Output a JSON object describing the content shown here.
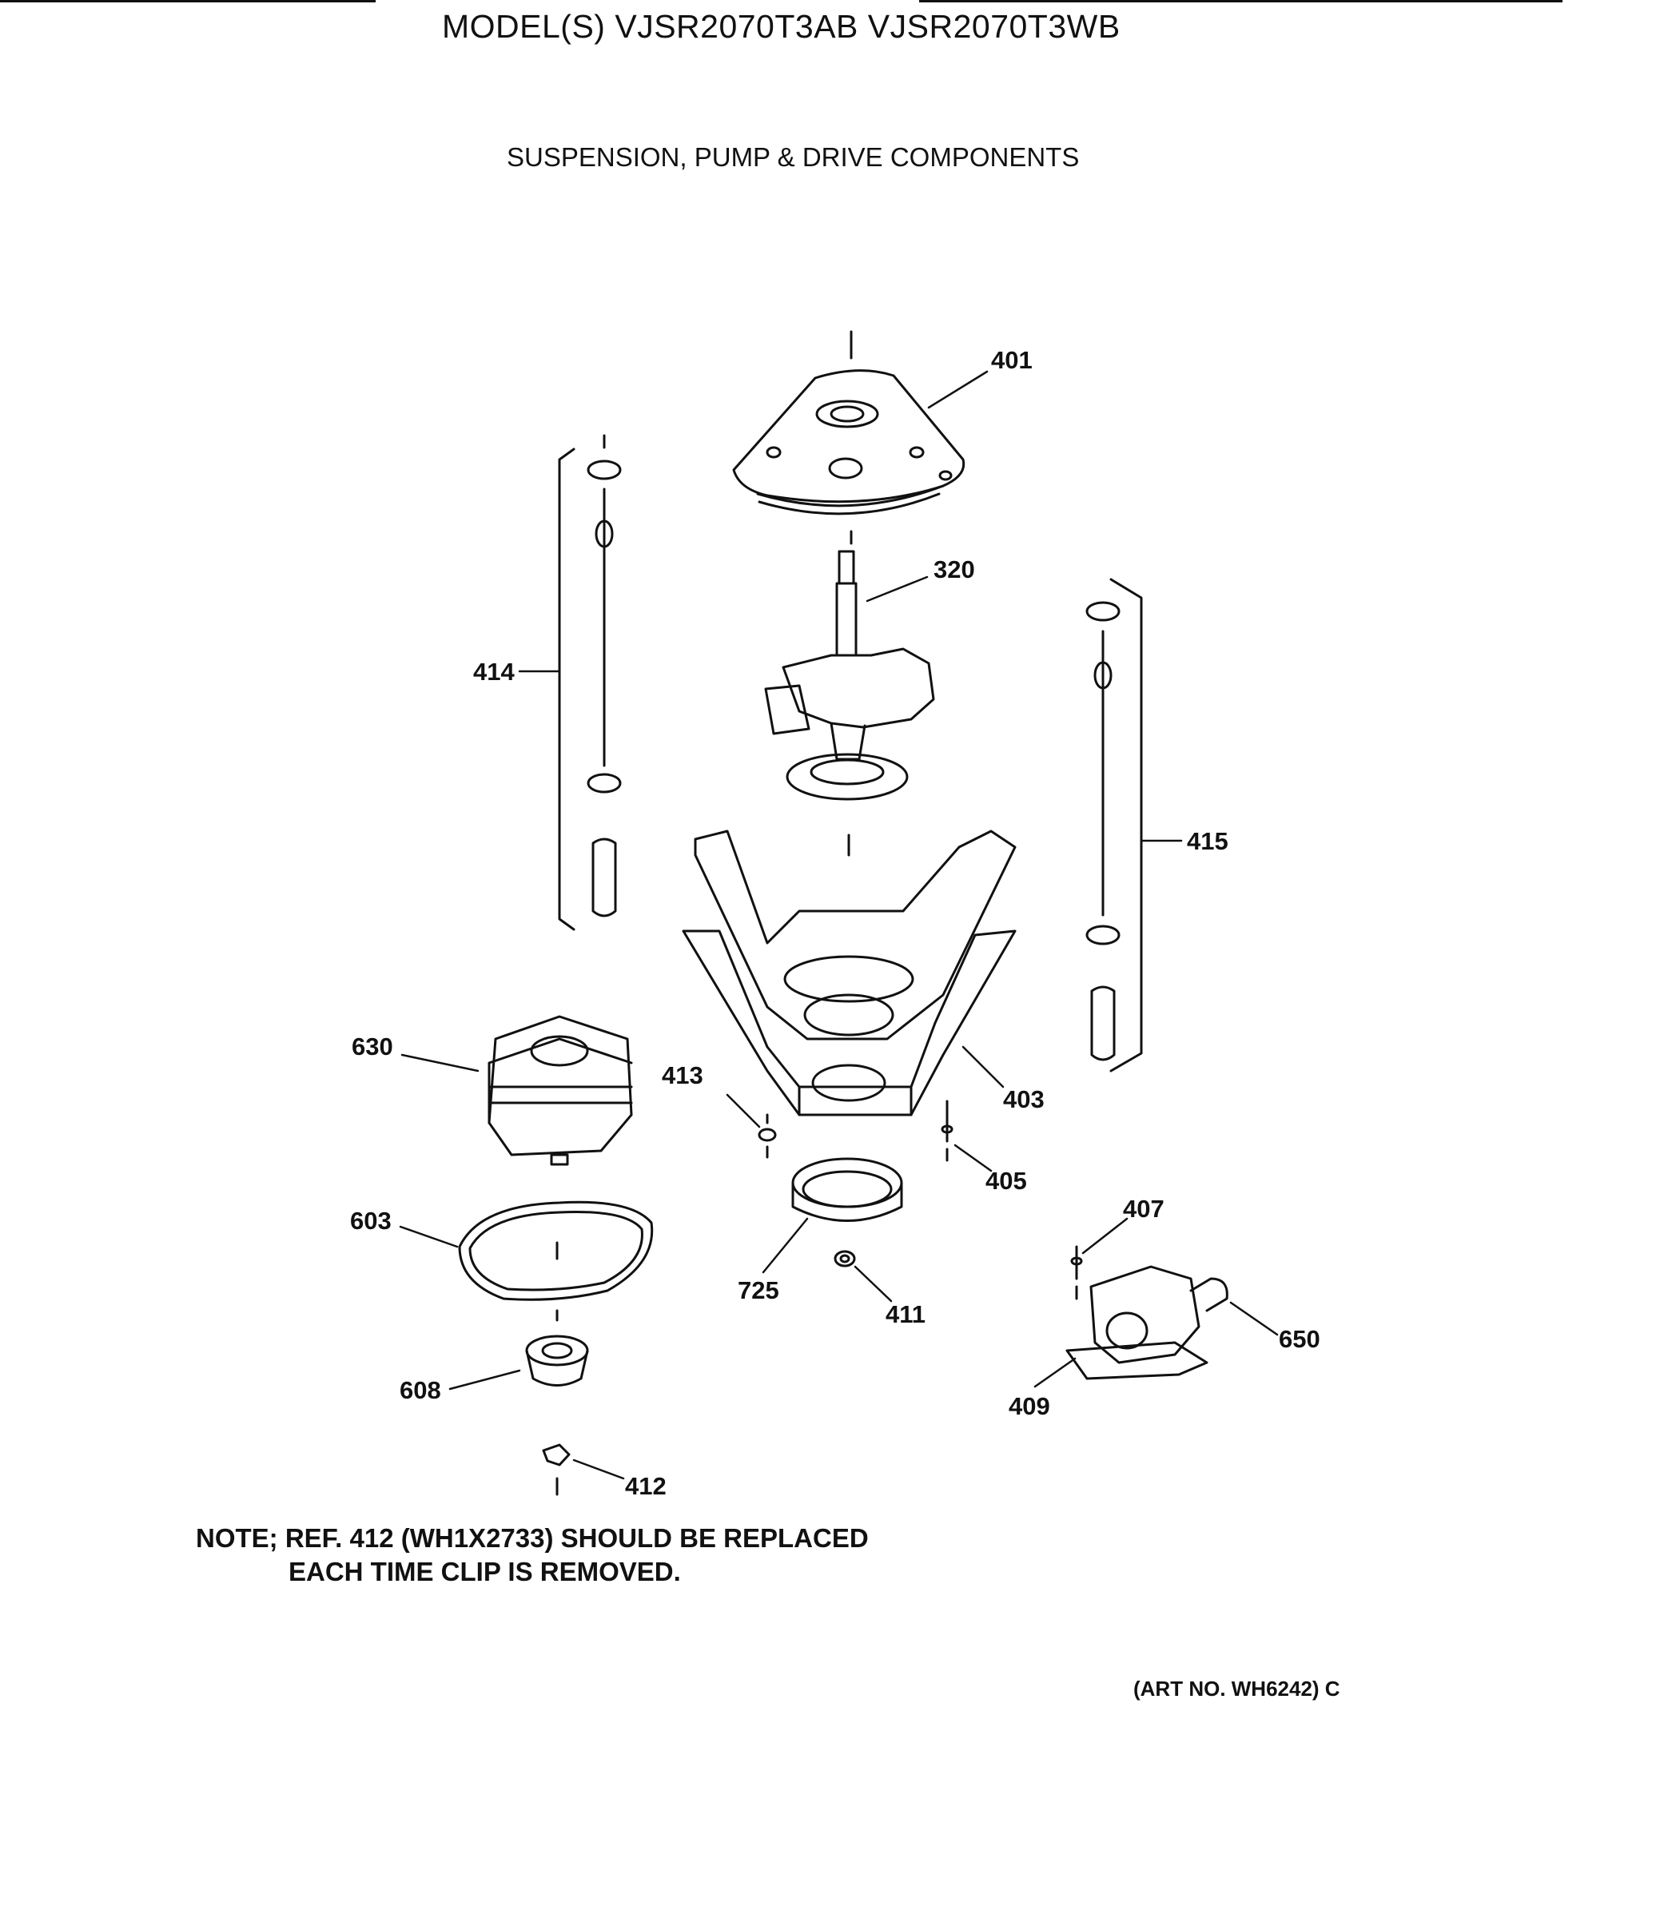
{
  "header": {
    "model": "MODEL(S) VJSR2070T3AB  VJSR2070T3WB",
    "subtitle": "SUSPENSION, PUMP & DRIVE COMPONENTS"
  },
  "parts": {
    "p401": "401",
    "p320": "320",
    "p414": "414",
    "p415": "415",
    "p630": "630",
    "p413": "413",
    "p403": "403",
    "p405": "405",
    "p407": "407",
    "p603": "603",
    "p725": "725",
    "p411": "411",
    "p650": "650",
    "p608": "608",
    "p409": "409",
    "p412": "412"
  },
  "note": {
    "line1": "NOTE; REF. 412 (WH1X2733) SHOULD BE REPLACED",
    "line2": "EACH TIME CLIP IS REMOVED."
  },
  "art_no": "(ART NO. WH6242) C"
}
